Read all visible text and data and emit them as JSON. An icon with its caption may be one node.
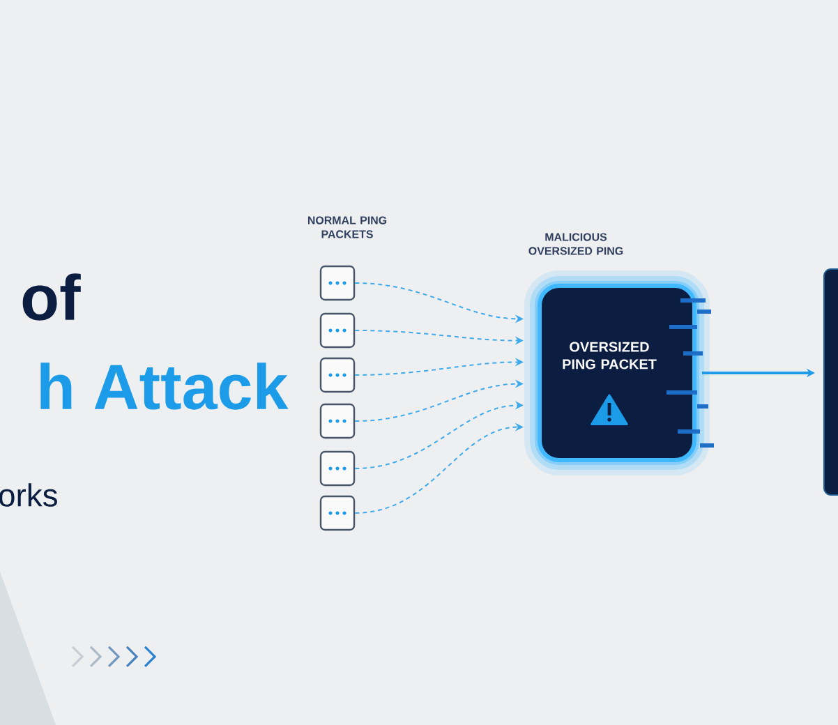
{
  "diagram": {
    "nodes": [
      {
        "text": [],
        "shape": "box"
      },
      {
        "text": [],
        "shape": "box"
      },
      {
        "text": [],
        "shape": "box"
      },
      {
        "text": [],
        "shape": "box"
      },
      {
        "text": [],
        "shape": "box"
      },
      {
        "text": [],
        "shape": "box"
      },
      {
        "text": [
          "MALICIOUS OVERSIZED PING",
          "OVERSIZED PING PACKET"
        ]
      },
      {
        "text": [],
        "shape": "box"
      }
    ],
    "edges": [
      {
        "from": 0,
        "to": 6,
        "arrow": "to",
        "style": "dashed"
      },
      {
        "from": 1,
        "to": 6,
        "arrow": "to",
        "style": "dashed"
      },
      {
        "from": 2,
        "to": 6,
        "arrow": "to",
        "style": "dashed"
      },
      {
        "from": 3,
        "to": 6,
        "arrow": "to",
        "style": "dashed"
      },
      {
        "from": 4,
        "to": 6,
        "arrow": "to",
        "style": "dashed"
      },
      {
        "from": 5,
        "to": 6,
        "arrow": "to",
        "style": "dashed"
      },
      {
        "from": 6,
        "to": 7,
        "arrow": "to"
      }
    ],
    "labels": [
      "of",
      "h Attack",
      "orks",
      "NORMAL PING PACKETS"
    ]
  }
}
